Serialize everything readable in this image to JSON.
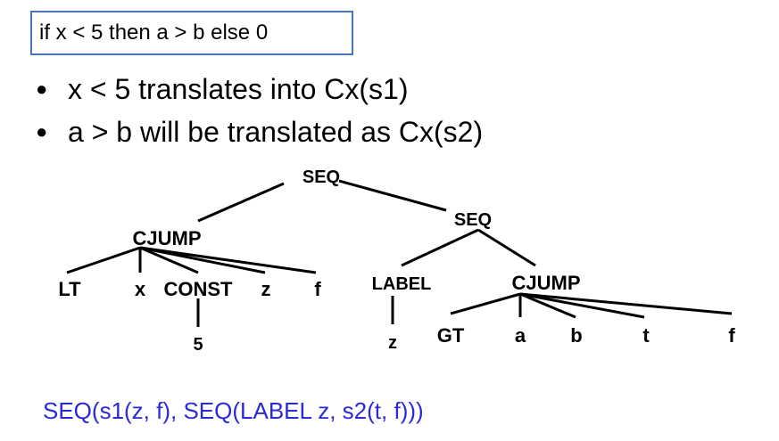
{
  "expression_box": "if x < 5 then a > b else 0",
  "bullets": [
    {
      "text": "x < 5 translates into Cx(s1)"
    },
    {
      "text": "a > b will be translated as Cx(s2)"
    }
  ],
  "tree": {
    "seq_root": "SEQ",
    "seq_inner": "SEQ",
    "cjump1": "CJUMP",
    "lt": "LT",
    "x": "x",
    "const": "CONST",
    "z1": "z",
    "f1": "f",
    "five": "5",
    "label": "LABEL",
    "z2": "z",
    "cjump2": "CJUMP",
    "gt": "GT",
    "a": "a",
    "b": "b",
    "t": "t",
    "f2": "f"
  },
  "result_expression": "SEQ(s1(z, f), SEQ(LABEL z, s2(t, f)))",
  "colors": {
    "box_border": "#4a74b8",
    "result_text": "#2a2ad8"
  }
}
